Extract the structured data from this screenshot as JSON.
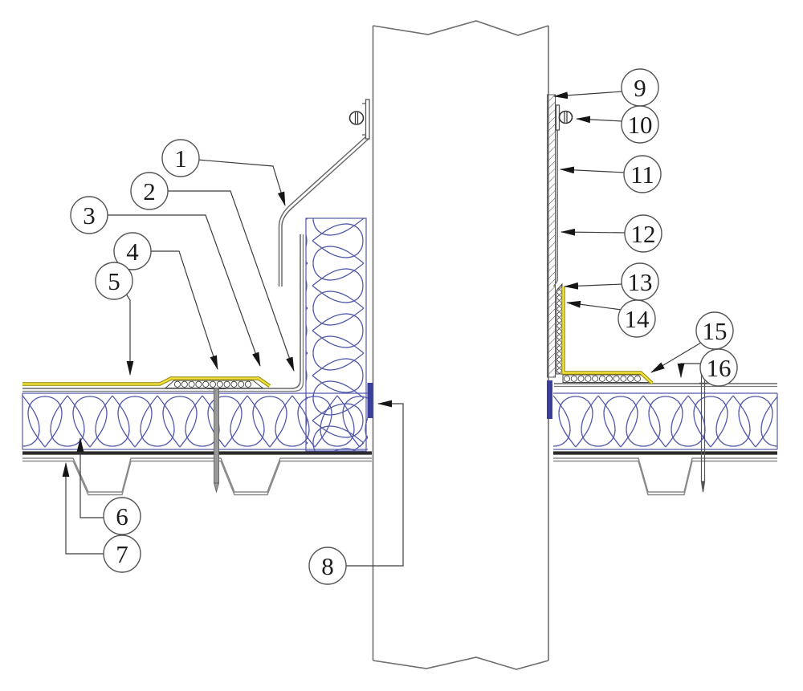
{
  "diagram": {
    "kind": "construction-detail-section",
    "callouts": [
      {
        "number": "1"
      },
      {
        "number": "2"
      },
      {
        "number": "3"
      },
      {
        "number": "4"
      },
      {
        "number": "5"
      },
      {
        "number": "6"
      },
      {
        "number": "7"
      },
      {
        "number": "8"
      },
      {
        "number": "9"
      },
      {
        "number": "10"
      },
      {
        "number": "11"
      },
      {
        "number": "12"
      },
      {
        "number": "13"
      },
      {
        "number": "14"
      },
      {
        "number": "15"
      },
      {
        "number": "16"
      }
    ],
    "colors": {
      "background": "#ffffff",
      "membrane_yellow": "#f0df3c",
      "membrane_yellow_edge": "#8f8400",
      "insulation_blue": "#5359a9",
      "vapour_barrier_navy": "#3a3f9b",
      "line_gray": "#7a7a7a",
      "deck_dark": "#2b2b2b",
      "leader_black": "#3c3c3c",
      "callout_stroke": "#555555"
    }
  }
}
